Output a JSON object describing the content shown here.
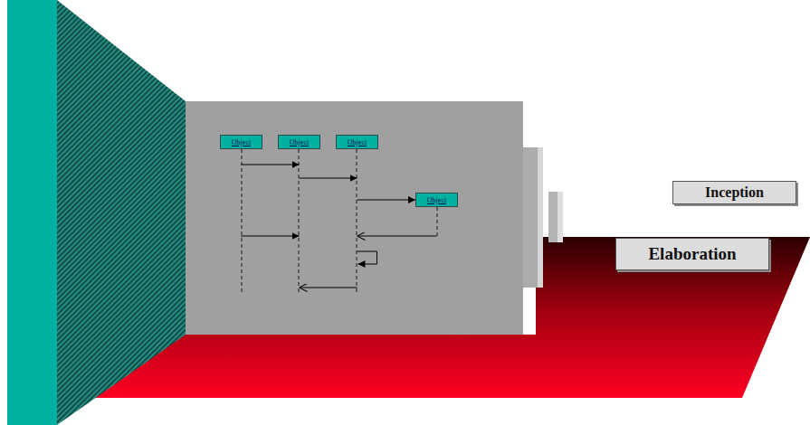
{
  "diagram": {
    "nodes": [
      {
        "text": [
          "Object"
        ]
      },
      {
        "text": [
          "Object"
        ]
      },
      {
        "text": [
          "Object"
        ]
      },
      {
        "text": [
          "Object"
        ]
      },
      {
        "text": [
          "Inception"
        ]
      },
      {
        "text": [
          "Elaboration"
        ]
      }
    ],
    "edges": [
      {
        "from": 0,
        "to": 1,
        "arrow": "to"
      },
      {
        "from": 1,
        "to": 2,
        "arrow": "to"
      },
      {
        "from": 2,
        "to": 3,
        "arrow": "to"
      },
      {
        "from": 0,
        "to": 1,
        "arrow": "to"
      },
      {
        "from": 3,
        "to": 2,
        "arrow": "to"
      },
      {
        "from": 2,
        "to": 2,
        "arrow": "to"
      },
      {
        "from": 2,
        "to": 1,
        "arrow": "to"
      }
    ]
  }
}
